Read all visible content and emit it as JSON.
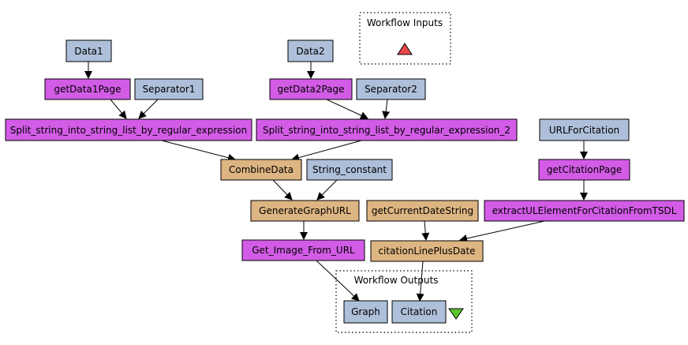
{
  "colors": {
    "service": "#d25ce6",
    "constant": "#aebfd9",
    "local": "#ddb582",
    "input_marker": "#e8474c",
    "output_marker": "#5ac52b"
  },
  "workflow_inputs": {
    "label": "Workflow Inputs"
  },
  "workflow_outputs": {
    "label": "Workflow Outputs"
  },
  "nodes": {
    "data1": "Data1",
    "getdata1page": "getData1Page",
    "separator1": "Separator1",
    "split1": "Split_string_into_string_list_by_regular_expression",
    "data2": "Data2",
    "getdata2page": "getData2Page",
    "separator2": "Separator2",
    "split2": "Split_string_into_string_list_by_regular_expression_2",
    "combinedata": "CombineData",
    "stringconstant": "String_constant",
    "generategraphurl": "GenerateGraphURL",
    "getimage": "Get_Image_From_URL",
    "urlforcitation": "URLForCitation",
    "getcitationpage": "getCitationPage",
    "extractul": "extractULElementForCitationFromTSDL",
    "getcurrentdate": "getCurrentDateString",
    "citationline": "citationLinePlusDate",
    "graph": "Graph",
    "citation": "Citation"
  }
}
